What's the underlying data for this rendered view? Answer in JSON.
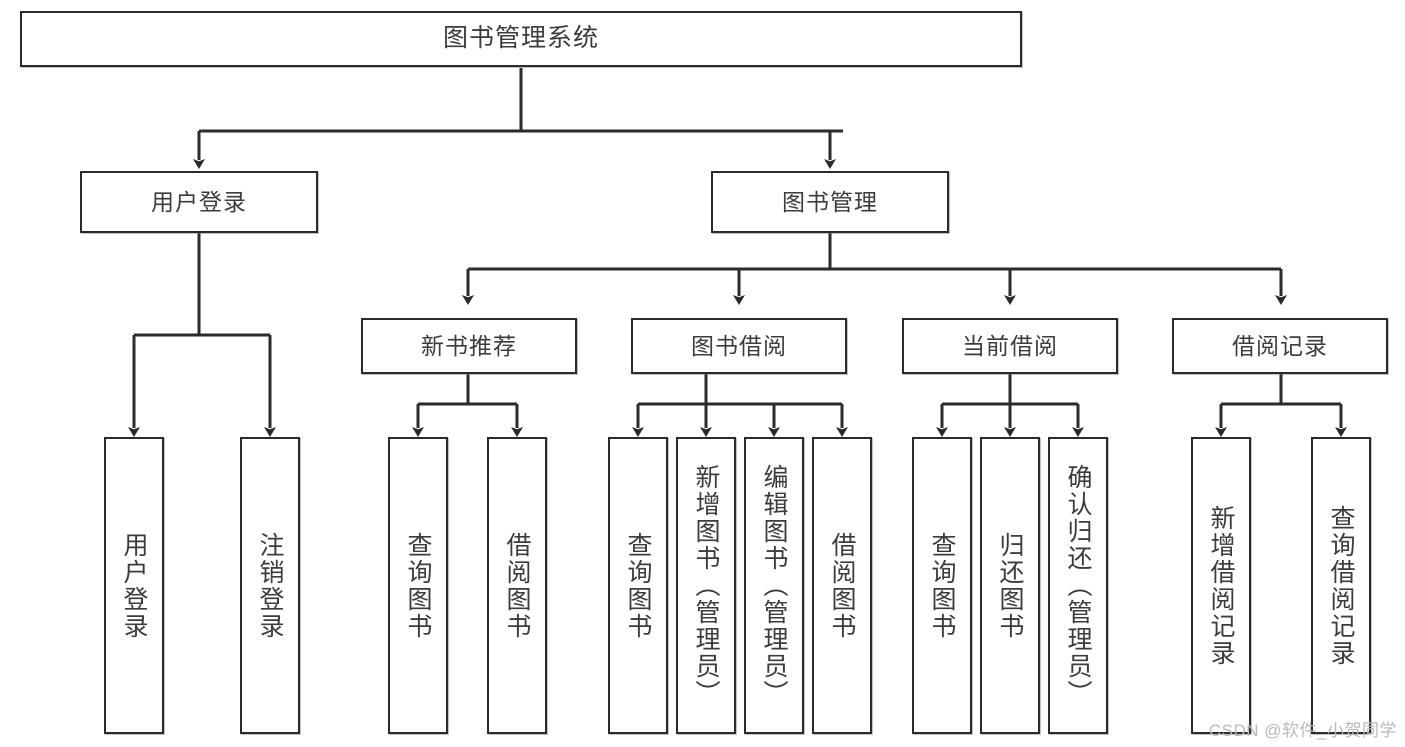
{
  "diagram": {
    "type": "tree-hierarchy",
    "title": "图书管理系统",
    "watermark": "CSDN @软件_小贺同学",
    "colors": {
      "stroke": "#2b2b2b",
      "text": "#3c3c3c",
      "background": "#ffffff",
      "watermark": "#b9b9b9"
    },
    "nodes": {
      "root": {
        "label": "图书管理系统"
      },
      "level1": [
        {
          "id": "user-login",
          "label": "用户登录"
        },
        {
          "id": "book-manage",
          "label": "图书管理"
        }
      ],
      "level2": [
        {
          "id": "new-book-recommend",
          "label": "新书推荐"
        },
        {
          "id": "book-borrow",
          "label": "图书借阅"
        },
        {
          "id": "current-borrow",
          "label": "当前借阅"
        },
        {
          "id": "borrow-record",
          "label": "借阅记录"
        }
      ],
      "leaves": {
        "user-login": [
          {
            "id": "leaf-user-login",
            "label": "用户登录"
          },
          {
            "id": "leaf-user-logout",
            "label": "注销登录"
          }
        ],
        "new-book-recommend": [
          {
            "id": "leaf-query-book-1",
            "label": "查询图书"
          },
          {
            "id": "leaf-borrow-book-1",
            "label": "借阅图书"
          }
        ],
        "book-borrow": [
          {
            "id": "leaf-query-book-2",
            "label": "查询图书"
          },
          {
            "id": "leaf-add-book",
            "label": "新增图书（管理员）"
          },
          {
            "id": "leaf-edit-book",
            "label": "编辑图书（管理员）"
          },
          {
            "id": "leaf-borrow-book-2",
            "label": "借阅图书"
          }
        ],
        "current-borrow": [
          {
            "id": "leaf-query-book-3",
            "label": "查询图书"
          },
          {
            "id": "leaf-return-book",
            "label": "归还图书"
          },
          {
            "id": "leaf-confirm-return",
            "label": "确认归还（管理员）"
          }
        ],
        "borrow-record": [
          {
            "id": "leaf-add-record",
            "label": "新增借阅记录"
          },
          {
            "id": "leaf-query-record",
            "label": "查询借阅记录"
          }
        ]
      }
    }
  }
}
